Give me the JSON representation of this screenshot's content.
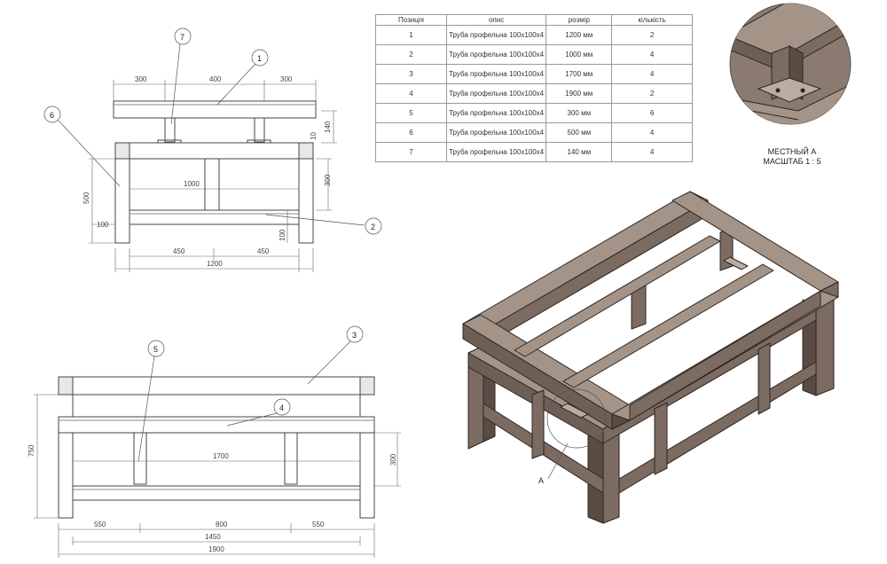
{
  "table": {
    "headers": [
      "Позиція",
      "опис",
      "розмір",
      "кількість"
    ],
    "rows": [
      {
        "pos": "1",
        "desc": "Труба профельна 100х100х4",
        "size": "1200 мм",
        "qty": "2"
      },
      {
        "pos": "2",
        "desc": "Труба профельна 100х100х4",
        "size": "1000 мм",
        "qty": "4"
      },
      {
        "pos": "3",
        "desc": "Труба профельна 100х100х4",
        "size": "1700 мм",
        "qty": "4"
      },
      {
        "pos": "4",
        "desc": "Труба профельна 100х100х4",
        "size": "1900 мм",
        "qty": "2"
      },
      {
        "pos": "5",
        "desc": "Труба профельна 100х100х4",
        "size": "300 мм",
        "qty": "6"
      },
      {
        "pos": "6",
        "desc": "Труба профельна 100х100х4",
        "size": "500 мм",
        "qty": "4"
      },
      {
        "pos": "7",
        "desc": "Труба профельна 100х100х4",
        "size": "140 мм",
        "qty": "4"
      }
    ]
  },
  "detail": {
    "line1": "МЕСТНЫЙ А",
    "line2": "МАСШТАБ 1 : 5"
  },
  "callouts": {
    "c1": "1",
    "c2": "2",
    "c3": "3",
    "c4": "4",
    "c5": "5",
    "c6": "6",
    "c7": "7",
    "a": "А"
  },
  "side_view_dims": {
    "top_left": "300",
    "top_mid": "400",
    "top_right": "300",
    "inner_width": "1000",
    "half_left": "450",
    "half_right": "450",
    "overall": "1200",
    "height_left": "500",
    "foot": "100",
    "leg_gap": "100",
    "right_140": "140",
    "right_10": "10",
    "right_300": "300"
  },
  "front_view_dims": {
    "height": "750",
    "inner": "1700",
    "right_300": "300",
    "seg_left": "550",
    "seg_mid": "800",
    "seg_right": "550",
    "mid_span": "1450",
    "overall": "1900"
  },
  "colors": {
    "line": "#555555",
    "tube_top": "#a49488",
    "tube_side": "#7b6b60",
    "tube_dark": "#5a4c44",
    "outline": "#2e2622"
  }
}
